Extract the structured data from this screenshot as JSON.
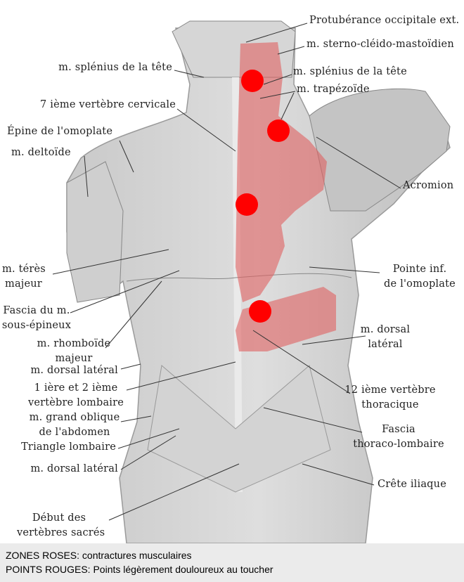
{
  "labels_left": {
    "splenius": "m. splénius de la tête",
    "c7": "7 ième vertèbre cervicale",
    "epine": "Épine de l'omoplate",
    "deltoide": "m. deltoïde",
    "teres_1": "m. térès",
    "teres_2": "majeur",
    "fascia_1": "Fascia du m.",
    "fascia_2": "sous-épineux",
    "rhomboide_1": "m. rhomboïde",
    "rhomboide_2": "majeur",
    "dorsal_1": "m. dorsal latéral",
    "lombaire_1": "1 ière et 2 ième",
    "lombaire_2": "vertèbre lombaire",
    "oblique_1": "m. grand oblique",
    "oblique_2": "de l'abdomen",
    "triangle": "Triangle lombaire",
    "dorsal_2": "m. dorsal latéral",
    "sacres_1": "Début des",
    "sacres_2": "vertèbres sacrés"
  },
  "labels_right": {
    "protuberance": "Protubérance occipitale ext.",
    "sterno": "m. sterno-cléido-mastoïdien",
    "splenius": "m. splénius de la tête",
    "trapezoide": "m. trapézoïde",
    "acromion": "Acromion",
    "pointe_1": "Pointe inf.",
    "pointe_2": "de l'omoplate",
    "dorsal_1": "m. dorsal",
    "dorsal_2": "latéral",
    "t12_1": "12 ième vertèbre",
    "t12_2": "thoracique",
    "fascia_1": "Fascia",
    "fascia_2": "thoraco-lombaire",
    "crete": "Crête iliaque"
  },
  "legend": {
    "line1": "ZONES ROSES: contractures musculaires",
    "line2": "POINTS ROUGES: Points légèrement douloureux au toucher"
  },
  "colors": {
    "zone": "#e06060",
    "point": "#ff0000",
    "legend_bg": "#ebebeb"
  }
}
